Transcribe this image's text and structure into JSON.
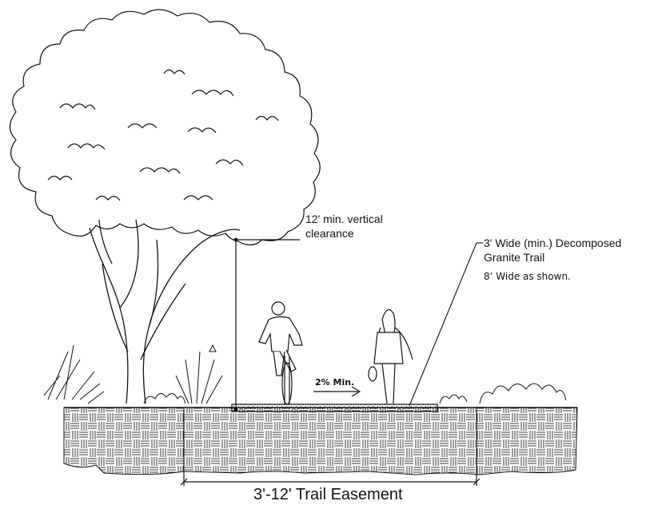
{
  "labels": {
    "clearance_line1": "12' min. vertical",
    "clearance_line2": "clearance",
    "trail_line1": "3' Wide (min.) Decomposed",
    "trail_line2": "Granite Trail",
    "trail_shown": "8’ Wide as shown.",
    "slope": "2% Min.",
    "easement": "3'-12' Trail Easement"
  },
  "colors": {
    "ink": "#111111",
    "background": "#ffffff"
  }
}
